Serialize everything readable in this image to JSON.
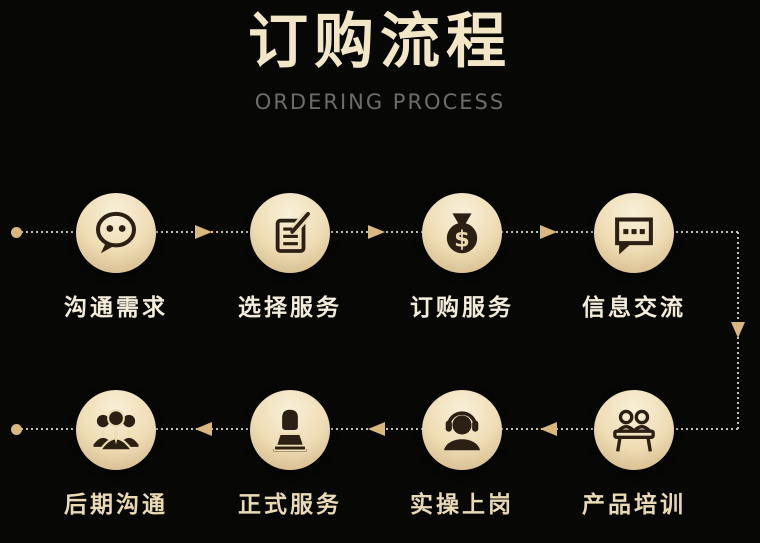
{
  "header": {
    "title": "订购流程",
    "subtitle": "ORDERING PROCESS"
  },
  "steps": [
    {
      "label": "沟通需求",
      "icon": "chat-bubble-icon"
    },
    {
      "label": "选择服务",
      "icon": "document-edit-icon"
    },
    {
      "label": "订购服务",
      "icon": "money-bag-icon",
      "symbol": "$"
    },
    {
      "label": "信息交流",
      "icon": "message-dots-icon"
    },
    {
      "label": "产品培训",
      "icon": "training-desk-icon"
    },
    {
      "label": "实操上岗",
      "icon": "headset-agent-icon"
    },
    {
      "label": "正式服务",
      "icon": "laptop-person-icon"
    },
    {
      "label": "后期沟通",
      "icon": "team-icon"
    }
  ],
  "colors": {
    "background": "#070706",
    "accent_gold": "#d9b87f",
    "circle_gradient_light": "#f9f0d9",
    "circle_gradient_dark": "#cfb183",
    "icon_dark": "#2b2013",
    "title_text": "#f2e6c6",
    "subtitle_text": "#6c6c6c",
    "label_top_row": "#f3ecda",
    "label_bottom_row": "#e9d9b4",
    "dotted_line": "#c4bfb2"
  }
}
